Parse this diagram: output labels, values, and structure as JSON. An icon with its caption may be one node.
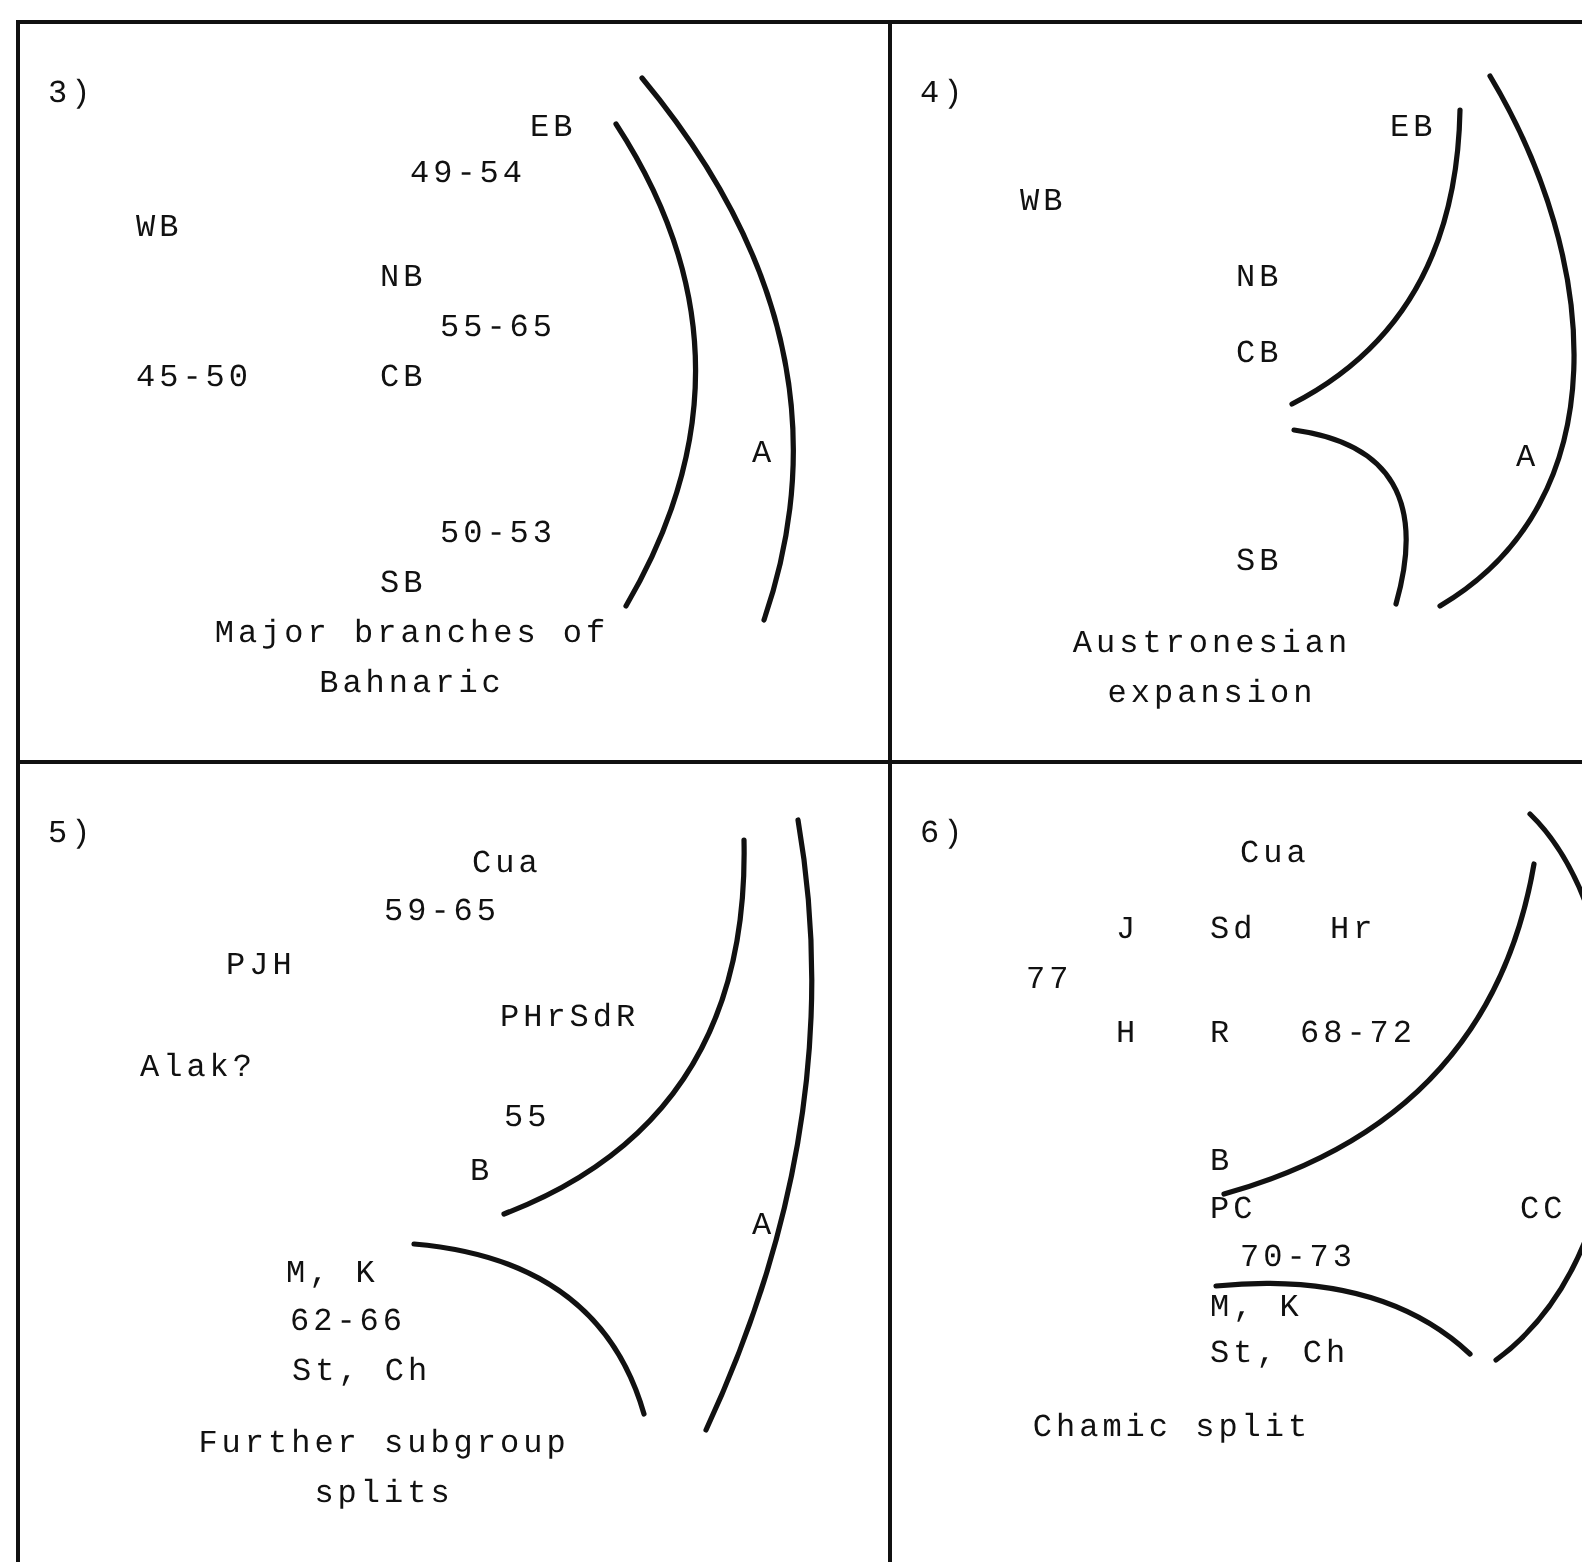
{
  "diagram": {
    "nodes": [
      {
        "text": [
          "3)",
          "Major branches of Bahnaric"
        ]
      },
      {
        "text": [
          "4)",
          "Austronesian expansion"
        ]
      },
      {
        "text": [
          "5)",
          "Further subgroup splits"
        ]
      },
      {
        "text": [
          "6)",
          "Chamic split"
        ]
      }
    ],
    "labels": [
      "EB",
      "49-54",
      "WB",
      "NB",
      "55-65",
      "45-50",
      "CB",
      "A",
      "50-53",
      "SB",
      "EB",
      "WB",
      "NB",
      "CB",
      "A",
      "SB",
      "Cua",
      "59-65",
      "PJH",
      "PHrSdR",
      "Alak?",
      "55",
      "B",
      "A",
      "M, K",
      "62-66",
      "St, Ch",
      "Cua",
      "J",
      "Sd",
      "Hr",
      "77",
      "H",
      "R",
      "68-72",
      "B",
      "PC",
      "CC",
      "70-73",
      "M, K",
      "St, Ch"
    ]
  }
}
